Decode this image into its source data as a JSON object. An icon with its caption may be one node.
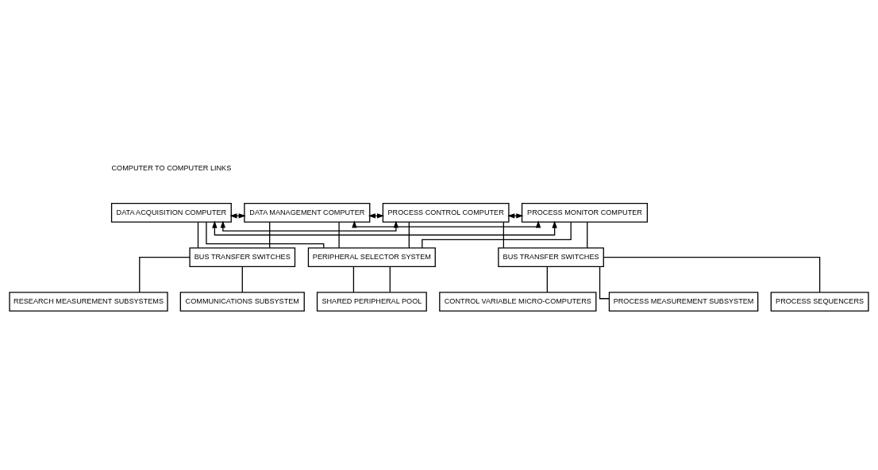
{
  "diagram": {
    "nodes": [
      {
        "text": [
          "DATA ACQUISITION COMPUTER"
        ]
      },
      {
        "text": [
          "DATA MANAGEMENT COMPUTER"
        ]
      },
      {
        "text": [
          "PROCESS CONTROL COMPUTER"
        ]
      },
      {
        "text": [
          "PROCESS MONITOR COMPUTER"
        ]
      },
      {
        "text": [
          "BUS TRANSFER SWITCHES"
        ]
      },
      {
        "text": [
          "PERIPHERAL SELECTOR SYSTEM"
        ]
      },
      {
        "text": [
          "BUS TRANSFER SWITCHES"
        ]
      },
      {
        "text": [
          "RESEARCH MEASUREMENT SUBSYSTEMS"
        ]
      },
      {
        "text": [
          "COMMUNICATIONS SUBSYSTEM"
        ]
      },
      {
        "text": [
          "SHARED PERIPHERAL POOL"
        ]
      },
      {
        "text": [
          "CONTROL VARIABLE MICRO-COMPUTERS"
        ]
      },
      {
        "text": [
          "PROCESS MEASUREMENT SUBSYSTEM"
        ]
      },
      {
        "text": [
          "PROCESS SEQUENCERS"
        ]
      }
    ],
    "edges": [
      {
        "from": 0,
        "to": 1,
        "arrow": "both"
      },
      {
        "from": 0,
        "to": 2,
        "arrow": "both"
      },
      {
        "from": 0,
        "to": 3,
        "arrow": "both"
      },
      {
        "from": 1,
        "to": 2,
        "arrow": "both"
      },
      {
        "from": 1,
        "to": 3,
        "arrow": "both"
      },
      {
        "from": 2,
        "to": 3,
        "arrow": "both"
      },
      {
        "from": 0,
        "to": 4,
        "arrow": "none"
      },
      {
        "from": 0,
        "to": 5,
        "arrow": "none"
      },
      {
        "from": 1,
        "to": 4,
        "arrow": "none"
      },
      {
        "from": 1,
        "to": 5,
        "arrow": "none"
      },
      {
        "from": 2,
        "to": 5,
        "arrow": "none"
      },
      {
        "from": 2,
        "to": 6,
        "arrow": "none"
      },
      {
        "from": 3,
        "to": 5,
        "arrow": "none"
      },
      {
        "from": 3,
        "to": 6,
        "arrow": "none"
      },
      {
        "from": 4,
        "to": 7,
        "arrow": "none"
      },
      {
        "from": 4,
        "to": 8,
        "arrow": "none"
      },
      {
        "from": 5,
        "to": 9,
        "arrow": "none"
      },
      {
        "from": 5,
        "to": 9,
        "arrow": "none"
      },
      {
        "from": 6,
        "to": 10,
        "arrow": "none"
      },
      {
        "from": 6,
        "to": 11,
        "arrow": "none"
      },
      {
        "from": 6,
        "to": 12,
        "arrow": "none"
      }
    ],
    "labels": [
      "COMPUTER TO COMPUTER LINKS"
    ]
  }
}
